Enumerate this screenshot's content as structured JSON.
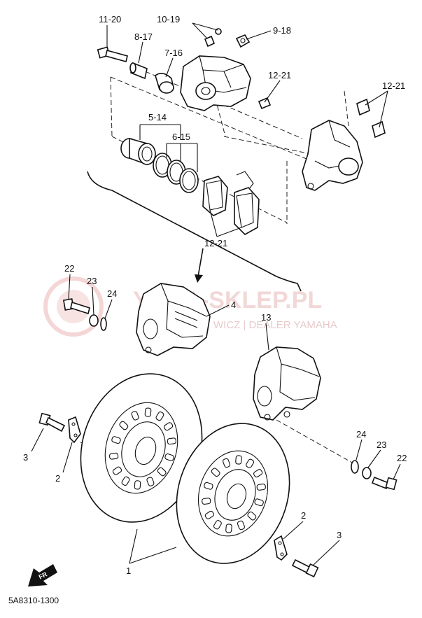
{
  "callouts": {
    "c_11_20": "11-20",
    "c_10_19": "10-19",
    "c_9_18": "9-18",
    "c_8_17": "8-17",
    "c_7_16": "7-16",
    "c_12_21_top": "12-21",
    "c_12_21_right": "12-21",
    "c_5_14": "5-14",
    "c_6_15": "6-15",
    "c_12_21_pads": "12-21",
    "c_22_left": "22",
    "c_23_left": "23",
    "c_24_left": "24",
    "c_4": "4",
    "c_13": "13",
    "c_3_left": "3",
    "c_2_left": "2",
    "c_24_right": "24",
    "c_23_right": "23",
    "c_22_right": "22",
    "c_2_right": "2",
    "c_3_right": "3",
    "c_1": "1"
  },
  "diagram_code": "5A8310-1300",
  "front_marker": "FR",
  "watermark": {
    "main": "YAMA-SKLEP.PL",
    "sub": "WICZ | DEALER YAMAHA"
  },
  "colors": {
    "ink": "#111111",
    "watermark": "#e8b8b8"
  }
}
